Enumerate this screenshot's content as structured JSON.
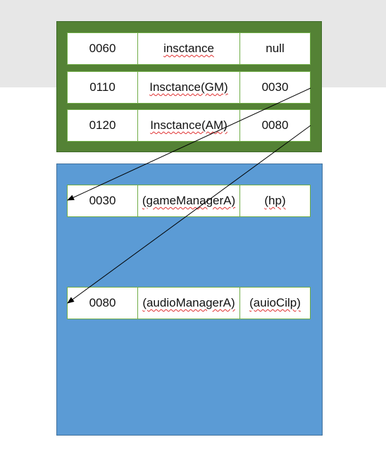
{
  "stack_rows": [
    {
      "address": "0060",
      "name": "insctance",
      "value": "null"
    },
    {
      "address": "0110",
      "name": "Insctance(GM)",
      "value": "0030"
    },
    {
      "address": "0120",
      "name": "Insctance(AM)",
      "value": "0080"
    }
  ],
  "heap_rows": [
    {
      "address": "0030",
      "name": "(gameManagerA)",
      "value": "(hp)"
    },
    {
      "address": "0080",
      "name": "(audioManagerA)",
      "value": "(auioCilp)"
    }
  ],
  "colors": {
    "stack_panel": "#548235",
    "heap_panel": "#5b9bd5",
    "cell_border": "#70ad47",
    "arrow": "#000000",
    "top_band": "#e7e7e7"
  }
}
